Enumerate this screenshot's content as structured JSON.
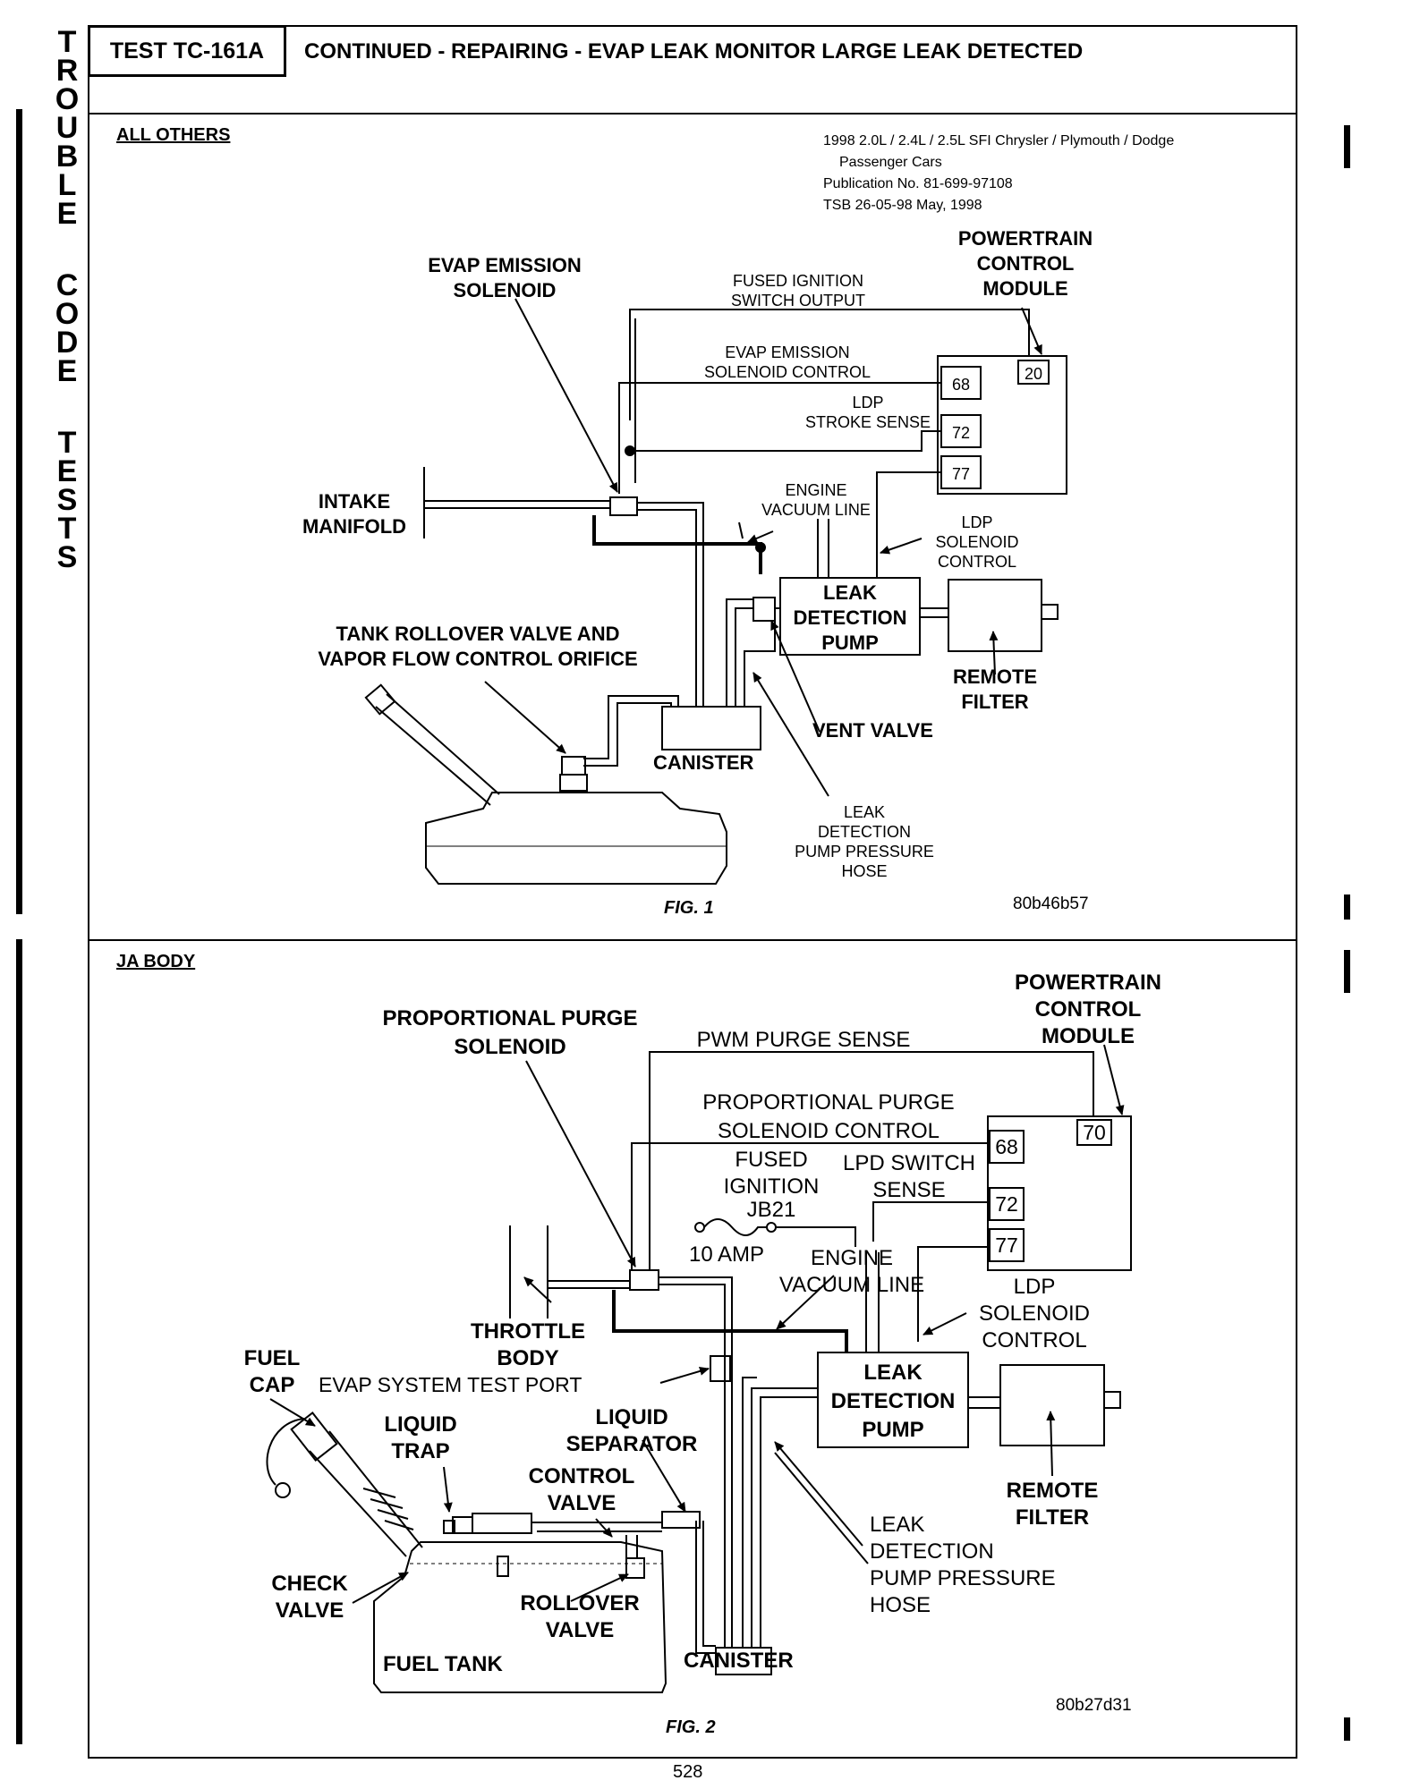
{
  "side_tab": {
    "words": [
      "TROUBLE",
      "CODE",
      "TESTS"
    ]
  },
  "header": {
    "test_id": "TEST TC-161A",
    "title": "CONTINUED - REPAIRING - EVAP LEAK MONITOR LARGE LEAK DETECTED"
  },
  "fig1": {
    "section_label": "ALL OTHERS",
    "publication": {
      "line1": "1998 2.0L / 2.4L / 2.5L SFI Chrysler / Plymouth / Dodge",
      "line2": "Passenger Cars",
      "line3": "Publication No. 81-699-97108",
      "line4": "TSB 26-05-98      May, 1998"
    },
    "labels": {
      "pcm_1": "POWERTRAIN",
      "pcm_2": "CONTROL",
      "pcm_3": "MODULE",
      "evap_sol_1": "EVAP EMISSION",
      "evap_sol_2": "SOLENOID",
      "fused_1": "FUSED IGNITION",
      "fused_2": "SWITCH OUTPUT",
      "evap_ctrl_1": "EVAP EMISSION",
      "evap_ctrl_2": "SOLENOID CONTROL",
      "ldp_stroke_1": "LDP",
      "ldp_stroke_2": "STROKE SENSE",
      "engine_vac_1": "ENGINE",
      "engine_vac_2": "VACUUM LINE",
      "intake_1": "INTAKE",
      "intake_2": "MANIFOLD",
      "ldp_sol_1": "LDP",
      "ldp_sol_2": "SOLENOID",
      "ldp_sol_3": "CONTROL",
      "ldp_1": "LEAK",
      "ldp_2": "DETECTION",
      "ldp_3": "PUMP",
      "rollover_1": "TANK ROLLOVER VALVE AND",
      "rollover_2": "VAPOR FLOW CONTROL ORIFICE",
      "remote_1": "REMOTE",
      "remote_2": "FILTER",
      "vent": "VENT VALVE",
      "canister": "CANISTER",
      "hose_1": "LEAK",
      "hose_2": "DETECTION",
      "hose_3": "PUMP PRESSURE",
      "hose_4": "HOSE"
    },
    "pins": [
      "20",
      "68",
      "72",
      "77"
    ],
    "caption": "FIG. 1",
    "code": "80b46b57"
  },
  "fig2": {
    "section_label": "JA BODY",
    "labels": {
      "pcm_1": "POWERTRAIN",
      "pcm_2": "CONTROL",
      "pcm_3": "MODULE",
      "pps_1": "PROPORTIONAL PURGE",
      "pps_2": "SOLENOID",
      "pwm": "PWM PURGE SENSE",
      "ppsc_1": "PROPORTIONAL PURGE",
      "ppsc_2": "SOLENOID CONTROL",
      "fused_1": "FUSED",
      "fused_2": "IGNITION",
      "fused_3": "JB21",
      "amp": "10 AMP",
      "lpd_1": "LPD SWITCH",
      "lpd_2": "SENSE",
      "engine_1": "ENGINE",
      "engine_2": "VACUUM LINE",
      "ldp_sol_1": "LDP",
      "ldp_sol_2": "SOLENOID",
      "ldp_sol_3": "CONTROL",
      "throttle_1": "THROTTLE",
      "throttle_2": "BODY",
      "fuel_cap_1": "FUEL",
      "fuel_cap_2": "CAP",
      "test_port": "EVAP SYSTEM TEST PORT",
      "ldp_1": "LEAK",
      "ldp_2": "DETECTION",
      "ldp_3": "PUMP",
      "liquid_trap_1": "LIQUID",
      "liquid_trap_2": "TRAP",
      "liquid_sep_1": "LIQUID",
      "liquid_sep_2": "SEPARATOR",
      "control_valve_1": "CONTROL",
      "control_valve_2": "VALVE",
      "remote_1": "REMOTE",
      "remote_2": "FILTER",
      "check_1": "CHECK",
      "check_2": "VALVE",
      "rollover_1": "ROLLOVER",
      "rollover_2": "VALVE",
      "hose_1": "LEAK",
      "hose_2": "DETECTION",
      "hose_3": "PUMP PRESSURE",
      "hose_4": "HOSE",
      "fuel_tank": "FUEL TANK",
      "canister": "CANISTER"
    },
    "pins": [
      "70",
      "68",
      "72",
      "77"
    ],
    "caption": "FIG. 2",
    "code": "80b27d31"
  },
  "page_number": "528"
}
